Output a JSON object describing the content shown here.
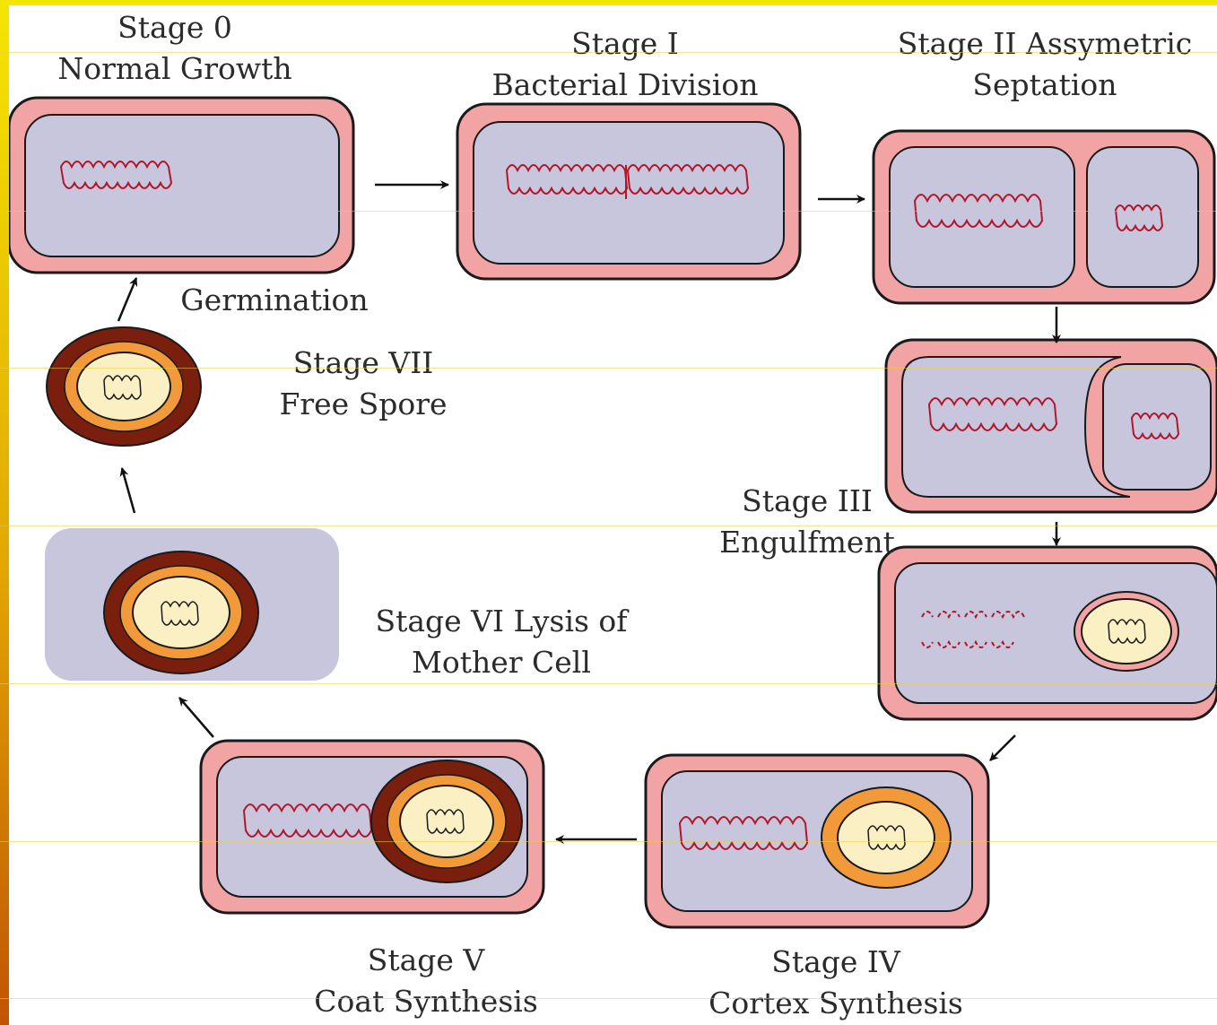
{
  "stages": {
    "stage0": {
      "title": "Stage 0",
      "subtitle": "Normal Growth"
    },
    "stage1": {
      "title": "Stage I",
      "subtitle": "Bacterial Division"
    },
    "stage2": {
      "title": "Stage II Assymetric",
      "subtitle": "Septation"
    },
    "stage3": {
      "title": "Stage III",
      "subtitle": "Engulfment"
    },
    "stage4": {
      "title": "Stage IV",
      "subtitle": "Cortex Synthesis"
    },
    "stage5": {
      "title": "Stage V",
      "subtitle": "Coat Synthesis"
    },
    "stage6": {
      "title": "Stage VI Lysis of",
      "subtitle": "Mother Cell"
    },
    "stage7": {
      "title": "Stage VII",
      "subtitle": "Free Spore"
    }
  },
  "germination": "Germination",
  "colors": {
    "cell_wall": "#f2a3a3",
    "cell_interior": "#c7c6dd",
    "outline": "#1a1a1a",
    "dna": "#b3162a",
    "spore_core": "#fbefc4",
    "spore_cortex": "#f29a3a",
    "spore_coat": "#7a1f0e",
    "border_top": "#f4e600",
    "border_bottom": "#c25400"
  }
}
